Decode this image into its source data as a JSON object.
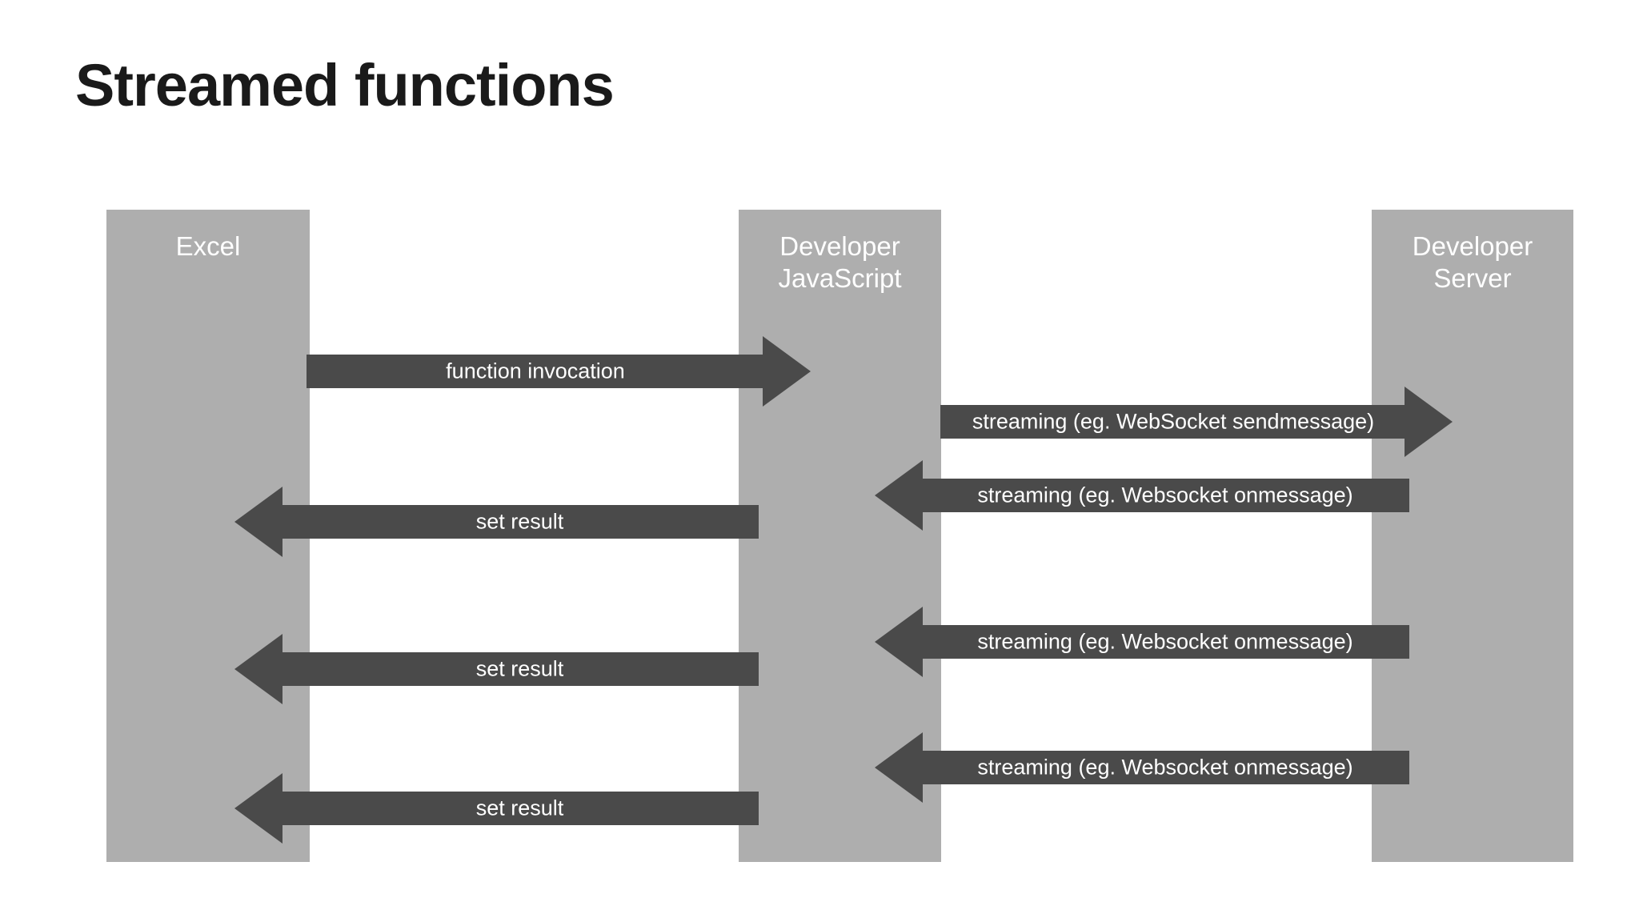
{
  "slide": {
    "title": "Streamed functions",
    "background_color": "#ffffff"
  },
  "colors": {
    "lifeline_fill": "#aeaeae",
    "arrow_fill": "#4a4a4a",
    "arrow_label_text": "#ffffff",
    "lifeline_label_text": "#ffffff",
    "title_text": "#1a1a1a"
  },
  "lifelines": [
    {
      "id": "excel",
      "label": "Excel",
      "label_lines": [
        "Excel"
      ]
    },
    {
      "id": "developer-javascript",
      "label": "Developer JavaScript",
      "label_lines": [
        "Developer",
        "JavaScript"
      ]
    },
    {
      "id": "developer-server",
      "label": "Developer Server",
      "label_lines": [
        "Developer",
        "Server"
      ]
    }
  ],
  "messages": [
    {
      "id": "function-invocation",
      "label": "function invocation",
      "direction": "right",
      "from": "Excel",
      "to": "Developer JavaScript"
    },
    {
      "id": "streaming-sendmessage",
      "label": "streaming (eg. WebSocket sendmessage)",
      "direction": "right",
      "from": "Developer JavaScript",
      "to": "Developer Server"
    },
    {
      "id": "streaming-onmessage-1",
      "label": "streaming (eg. Websocket onmessage)",
      "direction": "left",
      "from": "Developer Server",
      "to": "Developer JavaScript"
    },
    {
      "id": "set-result-1",
      "label": "set result",
      "direction": "left",
      "from": "Developer JavaScript",
      "to": "Excel"
    },
    {
      "id": "streaming-onmessage-2",
      "label": "streaming (eg. Websocket onmessage)",
      "direction": "left",
      "from": "Developer Server",
      "to": "Developer JavaScript"
    },
    {
      "id": "set-result-2",
      "label": "set result",
      "direction": "left",
      "from": "Developer JavaScript",
      "to": "Excel"
    },
    {
      "id": "streaming-onmessage-3",
      "label": "streaming (eg. Websocket onmessage)",
      "direction": "left",
      "from": "Developer Server",
      "to": "Developer JavaScript"
    },
    {
      "id": "set-result-3",
      "label": "set result",
      "direction": "left",
      "from": "Developer JavaScript",
      "to": "Excel"
    }
  ]
}
